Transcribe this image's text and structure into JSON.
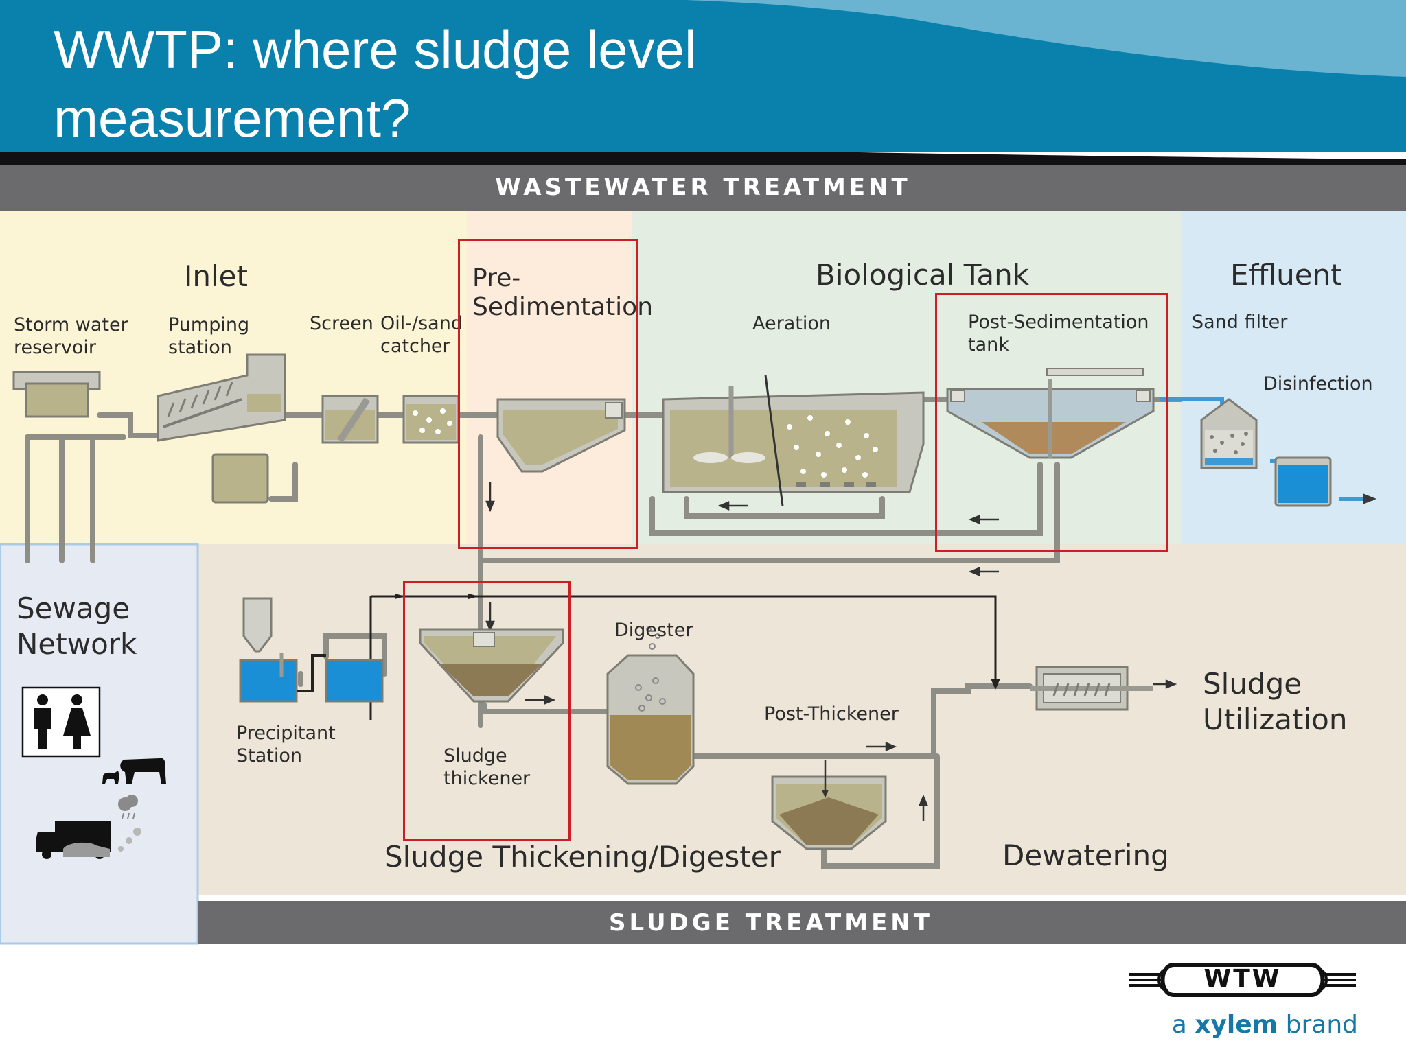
{
  "slide": {
    "title": "WWTP: where sludge level\nmeasurement?"
  },
  "colors": {
    "header_blue": "#0a81ad",
    "header_light": "#6ab4d2",
    "band_gray": "#6b6b6d",
    "inlet_zone": "#fbf5d6",
    "presed_zone": "#fdebdc",
    "bio_zone": "#e3ede1",
    "effluent_zone": "#d6e9f5",
    "sludge_zone": "#ede6d8",
    "sewage_zone": "#e6eaf3",
    "highlight_red": "#cc1f25",
    "brand_blue": "#1578a8"
  },
  "diagram": {
    "top_band": "WASTEWATER TREATMENT",
    "bottom_band": "SLUDGE TREATMENT",
    "sections": {
      "inlet": "Inlet",
      "pre_sedimentation": "Pre-\nSedimentation",
      "biological_tank": "Biological Tank",
      "effluent": "Effluent",
      "sewage_network": "Sewage\nNetwork",
      "sludge_utilization": "Sludge\nUtilization",
      "sludge_thickening": "Sludge Thickening/Digester",
      "dewatering": "Dewatering"
    },
    "units": {
      "storm_water": "Storm water\nreservoir",
      "pumping": "Pumping\nstation",
      "screen": "Screen",
      "oil_sand": "Oil-/sand\ncatcher",
      "aeration": "Aeration",
      "post_sed": "Post-Sedimentation\ntank",
      "sand_filter": "Sand filter",
      "disinfection": "Disinfection",
      "digester": "Digester",
      "post_thickener": "Post-Thickener",
      "precipitant": "Precipitant\nStation",
      "sludge_thickener": "Sludge\nthickener"
    },
    "highlighted_units": [
      "Pre-Sedimentation",
      "Post-Sedimentation tank",
      "Sludge thickener"
    ]
  },
  "brand": {
    "logo": "WTW",
    "tagline_prefix": "a ",
    "tagline_brand": "xylem",
    "tagline_suffix": " brand"
  }
}
